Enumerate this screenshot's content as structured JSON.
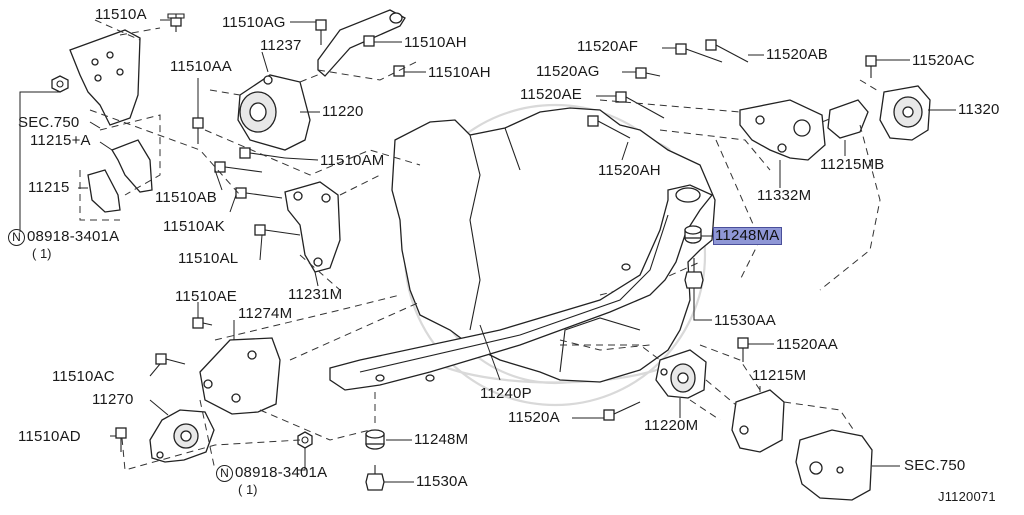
{
  "diagram_id": "J1120071",
  "highlighted": "11248MA",
  "labels": {
    "p11510A": "11510A",
    "p11510AG": "11510AG",
    "p11237": "11237",
    "p11510AH_1": "11510AH",
    "p11510AH_2": "11510AH",
    "p11510AA": "11510AA",
    "p11220": "11220",
    "sec750_top": "SEC.750",
    "p11215A": "11215+A",
    "p11215": "11215",
    "p11510AM": "11510AM",
    "p11510AB": "11510AB",
    "p11510AK": "11510AK",
    "p11510AL": "11510AL",
    "p11231M": "11231M",
    "nut_top": "08918-3401A",
    "nut_top_qty": "( 1)",
    "p11520AF": "11520AF",
    "p11520AB": "11520AB",
    "p11520AC": "11520AC",
    "p11520AG": "11520AG",
    "p11520AE": "11520AE",
    "p11320": "11320",
    "p11215MB": "11215MB",
    "p11520AH": "11520AH",
    "p11332M": "11332M",
    "p11248MA": "11248MA",
    "p11530AA": "11530AA",
    "p11520AA": "11520AA",
    "p11510AE": "11510AE",
    "p11274M": "11274M",
    "p11510AC": "11510AC",
    "p11270": "11270",
    "p11510AD": "11510AD",
    "nut_bottom": "08918-3401A",
    "nut_bottom_qty": "( 1)",
    "p11240P": "11240P",
    "p11520A": "11520A",
    "p11220M": "11220M",
    "p11248M": "11248M",
    "p11530A": "11530A",
    "p11215M": "11215M",
    "sec750_bottom": "SEC.750",
    "n_symbol": "N"
  }
}
